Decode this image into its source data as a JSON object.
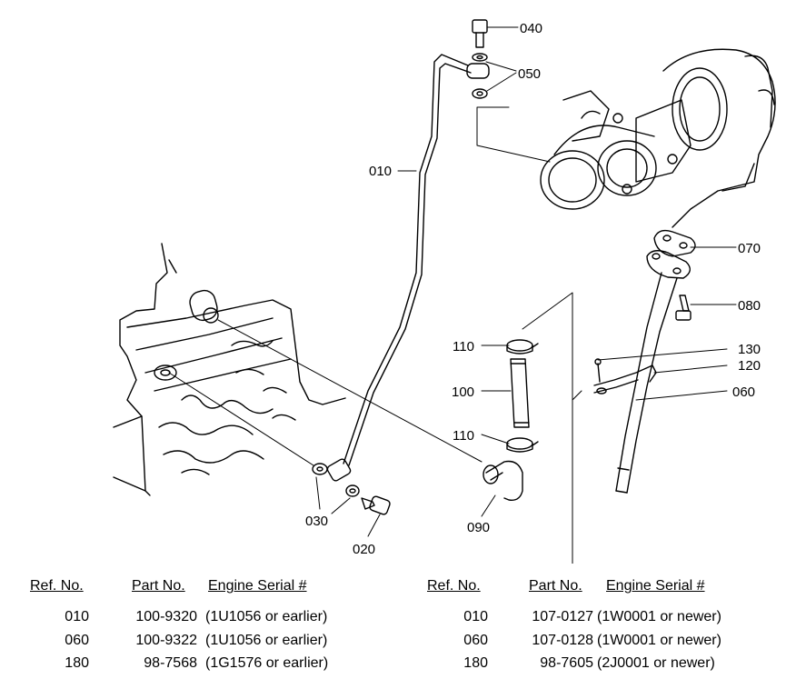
{
  "callouts": {
    "c010": "010",
    "c020": "020",
    "c030": "030",
    "c040": "040",
    "c050": "050",
    "c060": "060",
    "c070": "070",
    "c080": "080",
    "c090": "090",
    "c100": "100",
    "c110a": "110",
    "c110b": "110",
    "c120": "120",
    "c130": "130"
  },
  "table_left": {
    "headers": [
      "Ref. No.",
      "Part No.",
      "Engine Serial #"
    ],
    "rows": [
      [
        "010",
        "100-9320",
        "(1U1056 or earlier)"
      ],
      [
        "060",
        "100-9322",
        "(1U1056 or earlier)"
      ],
      [
        "180",
        "98-7568",
        "(1G1576 or earlier)"
      ]
    ]
  },
  "table_right": {
    "headers": [
      "Ref. No.",
      "Part No.",
      "Engine Serial #"
    ],
    "rows": [
      [
        "010",
        "107-0127",
        "(1W0001 or newer)"
      ],
      [
        "060",
        "107-0128",
        "(1W0001 or newer)"
      ],
      [
        "180",
        "98-7605",
        "(2J0001 or newer)"
      ]
    ]
  }
}
